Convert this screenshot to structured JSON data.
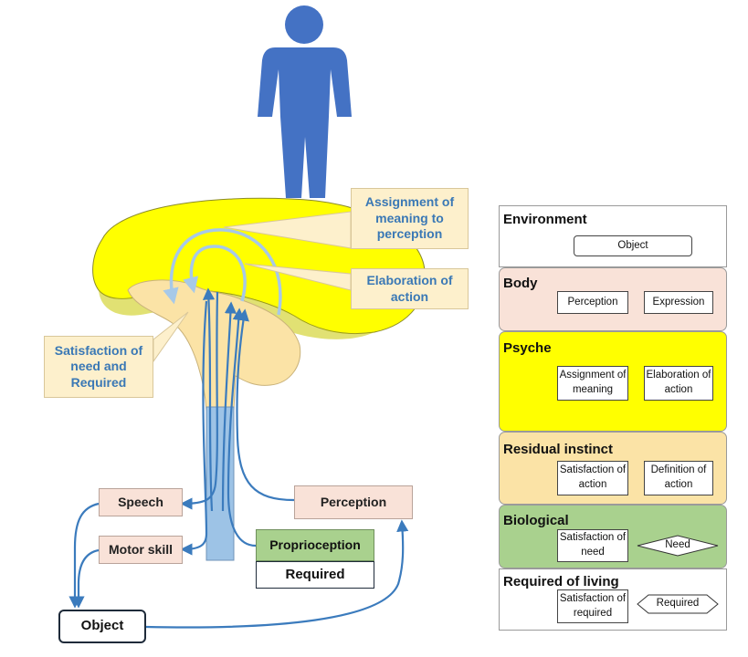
{
  "left": {
    "callouts": {
      "assignment": "Assignment of meaning to perception",
      "elaboration": "Elaboration of action",
      "satisfaction": "Satisfaction of need and Required"
    },
    "boxes": {
      "speech": "Speech",
      "motor_skill": "Motor skill",
      "perception": "Perception",
      "proprioception": "Proprioception",
      "required": "Required",
      "object": "Object"
    }
  },
  "right": {
    "layers": {
      "environment": "Environment",
      "body": "Body",
      "psyche": "Psyche",
      "residual_instinct": "Residual instinct",
      "biological": "Biological",
      "required_of_living": "Required of living"
    },
    "boxes": {
      "object": "Object",
      "perception": "Perception",
      "expression": "Expression",
      "assignment_of_meaning": "Assignment of meaning",
      "elaboration_of_action": "Elaboration of action",
      "satisfaction_of_action": "Satisfaction of action",
      "definition_of_action": "Definition of action",
      "satisfaction_of_need": "Satisfaction of need",
      "need": "Need",
      "satisfaction_of_required": "Satisfaction of required",
      "required": "Required"
    }
  },
  "colors": {
    "figure_blue": "#4472c4",
    "brain_yellow": "#ffff00",
    "brainstem_tan": "#fbe3a6",
    "arrow_blue": "#3b7bbd",
    "light_arrow": "#a7c9e8",
    "column_blue": "#9dc3e6",
    "body_band": "#f9e2d8",
    "psyche_band": "#ffff00",
    "instinct_band": "#fbe3a6",
    "biological_band": "#a9d18e"
  }
}
